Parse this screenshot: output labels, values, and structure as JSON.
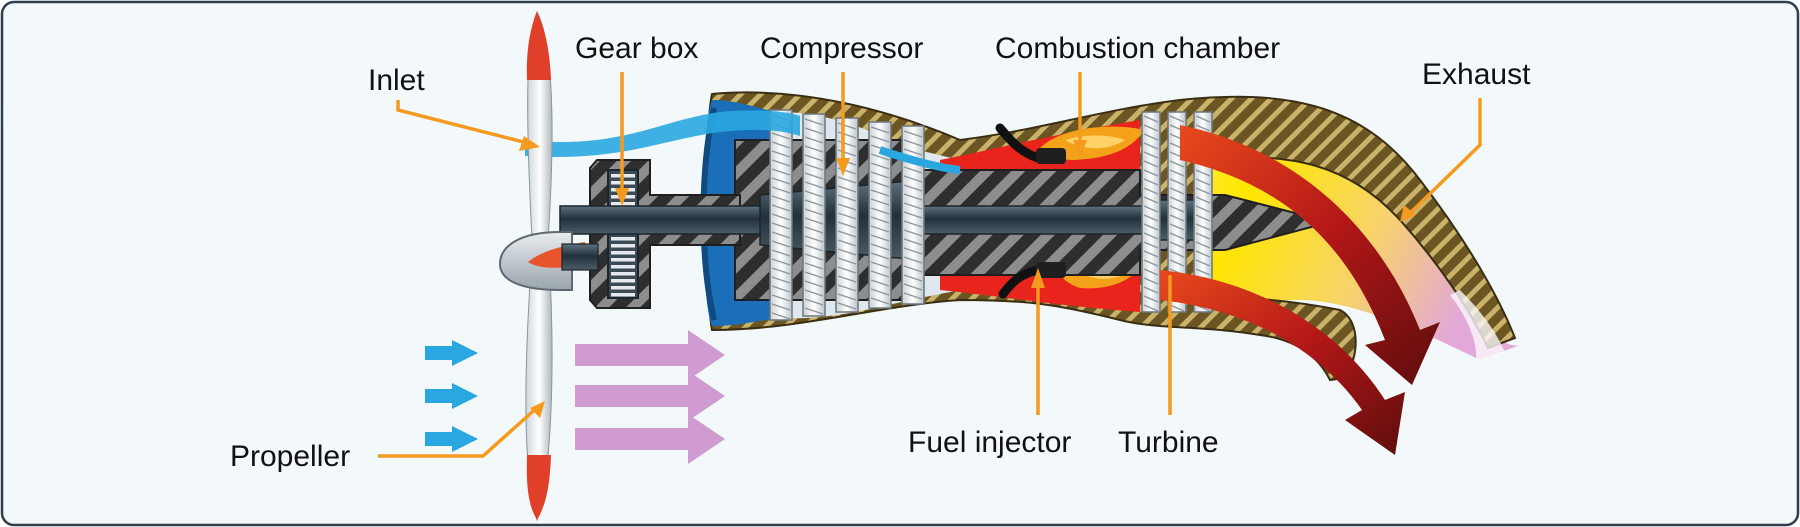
{
  "labels": {
    "inlet": "Inlet",
    "gear_box": "Gear box",
    "compressor": "Compressor",
    "combustion_chamber": "Combustion chamber",
    "exhaust": "Exhaust",
    "propeller": "Propeller",
    "fuel_injector": "Fuel injector",
    "turbine": "Turbine"
  },
  "colors": {
    "background": "#f3f8fb",
    "border": "#2e3f4f",
    "leader_line": "#f39a1f",
    "casing_brown": "#6b5523",
    "casing_stripe": "#c9b36a",
    "inlet_air": "#2aa7e0",
    "intake_blue": "#1b6fb8",
    "combustion_red": "#e8241c",
    "flame_orange": "#f4a21a",
    "exhaust_yellow": "#ffe600",
    "exhaust_dark_red": "#8e1414",
    "exhaust_pink": "#e2a8d8",
    "propeller_red": "#e0402a",
    "thrust_arrow": "#cf9bd0",
    "core_dark": "#2b3a45"
  },
  "icons": [
    "propeller-blade",
    "spinner-cone",
    "gearbox",
    "compressor-rotor",
    "turbine-rotor",
    "fuel-nozzle",
    "air-arrow",
    "thrust-arrow",
    "exhaust-arrow"
  ]
}
